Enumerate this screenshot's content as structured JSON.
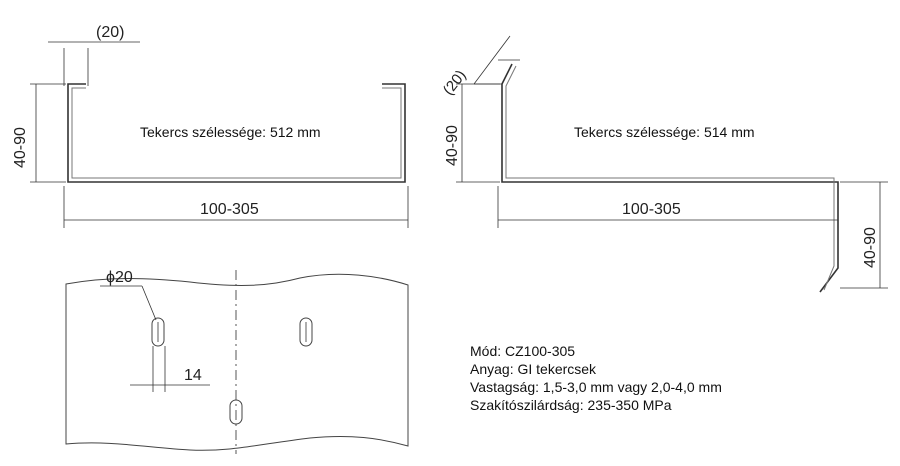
{
  "left_profile": {
    "flange_dim": "(20)",
    "height_dim": "40-90",
    "width_dim": "100-305",
    "coil_width_text": "Tekercs szélessége: 512 mm"
  },
  "right_profile": {
    "flange_dim": "(20)",
    "height_dim_left": "40-90",
    "width_dim": "100-305",
    "height_dim_right": "40-90",
    "coil_width_text": "Tekercs szélessége: 514 mm"
  },
  "hole_detail": {
    "hole_dim": "ϕ20",
    "spacing_dim": "14"
  },
  "specs": [
    "Mód: CZ100-305",
    "Anyag: GI tekercsek",
    "Vastagság: 1,5-3,0 mm vagy 2,0-4,0 mm",
    "Szakítószilárdság: 235-350 MPa"
  ]
}
